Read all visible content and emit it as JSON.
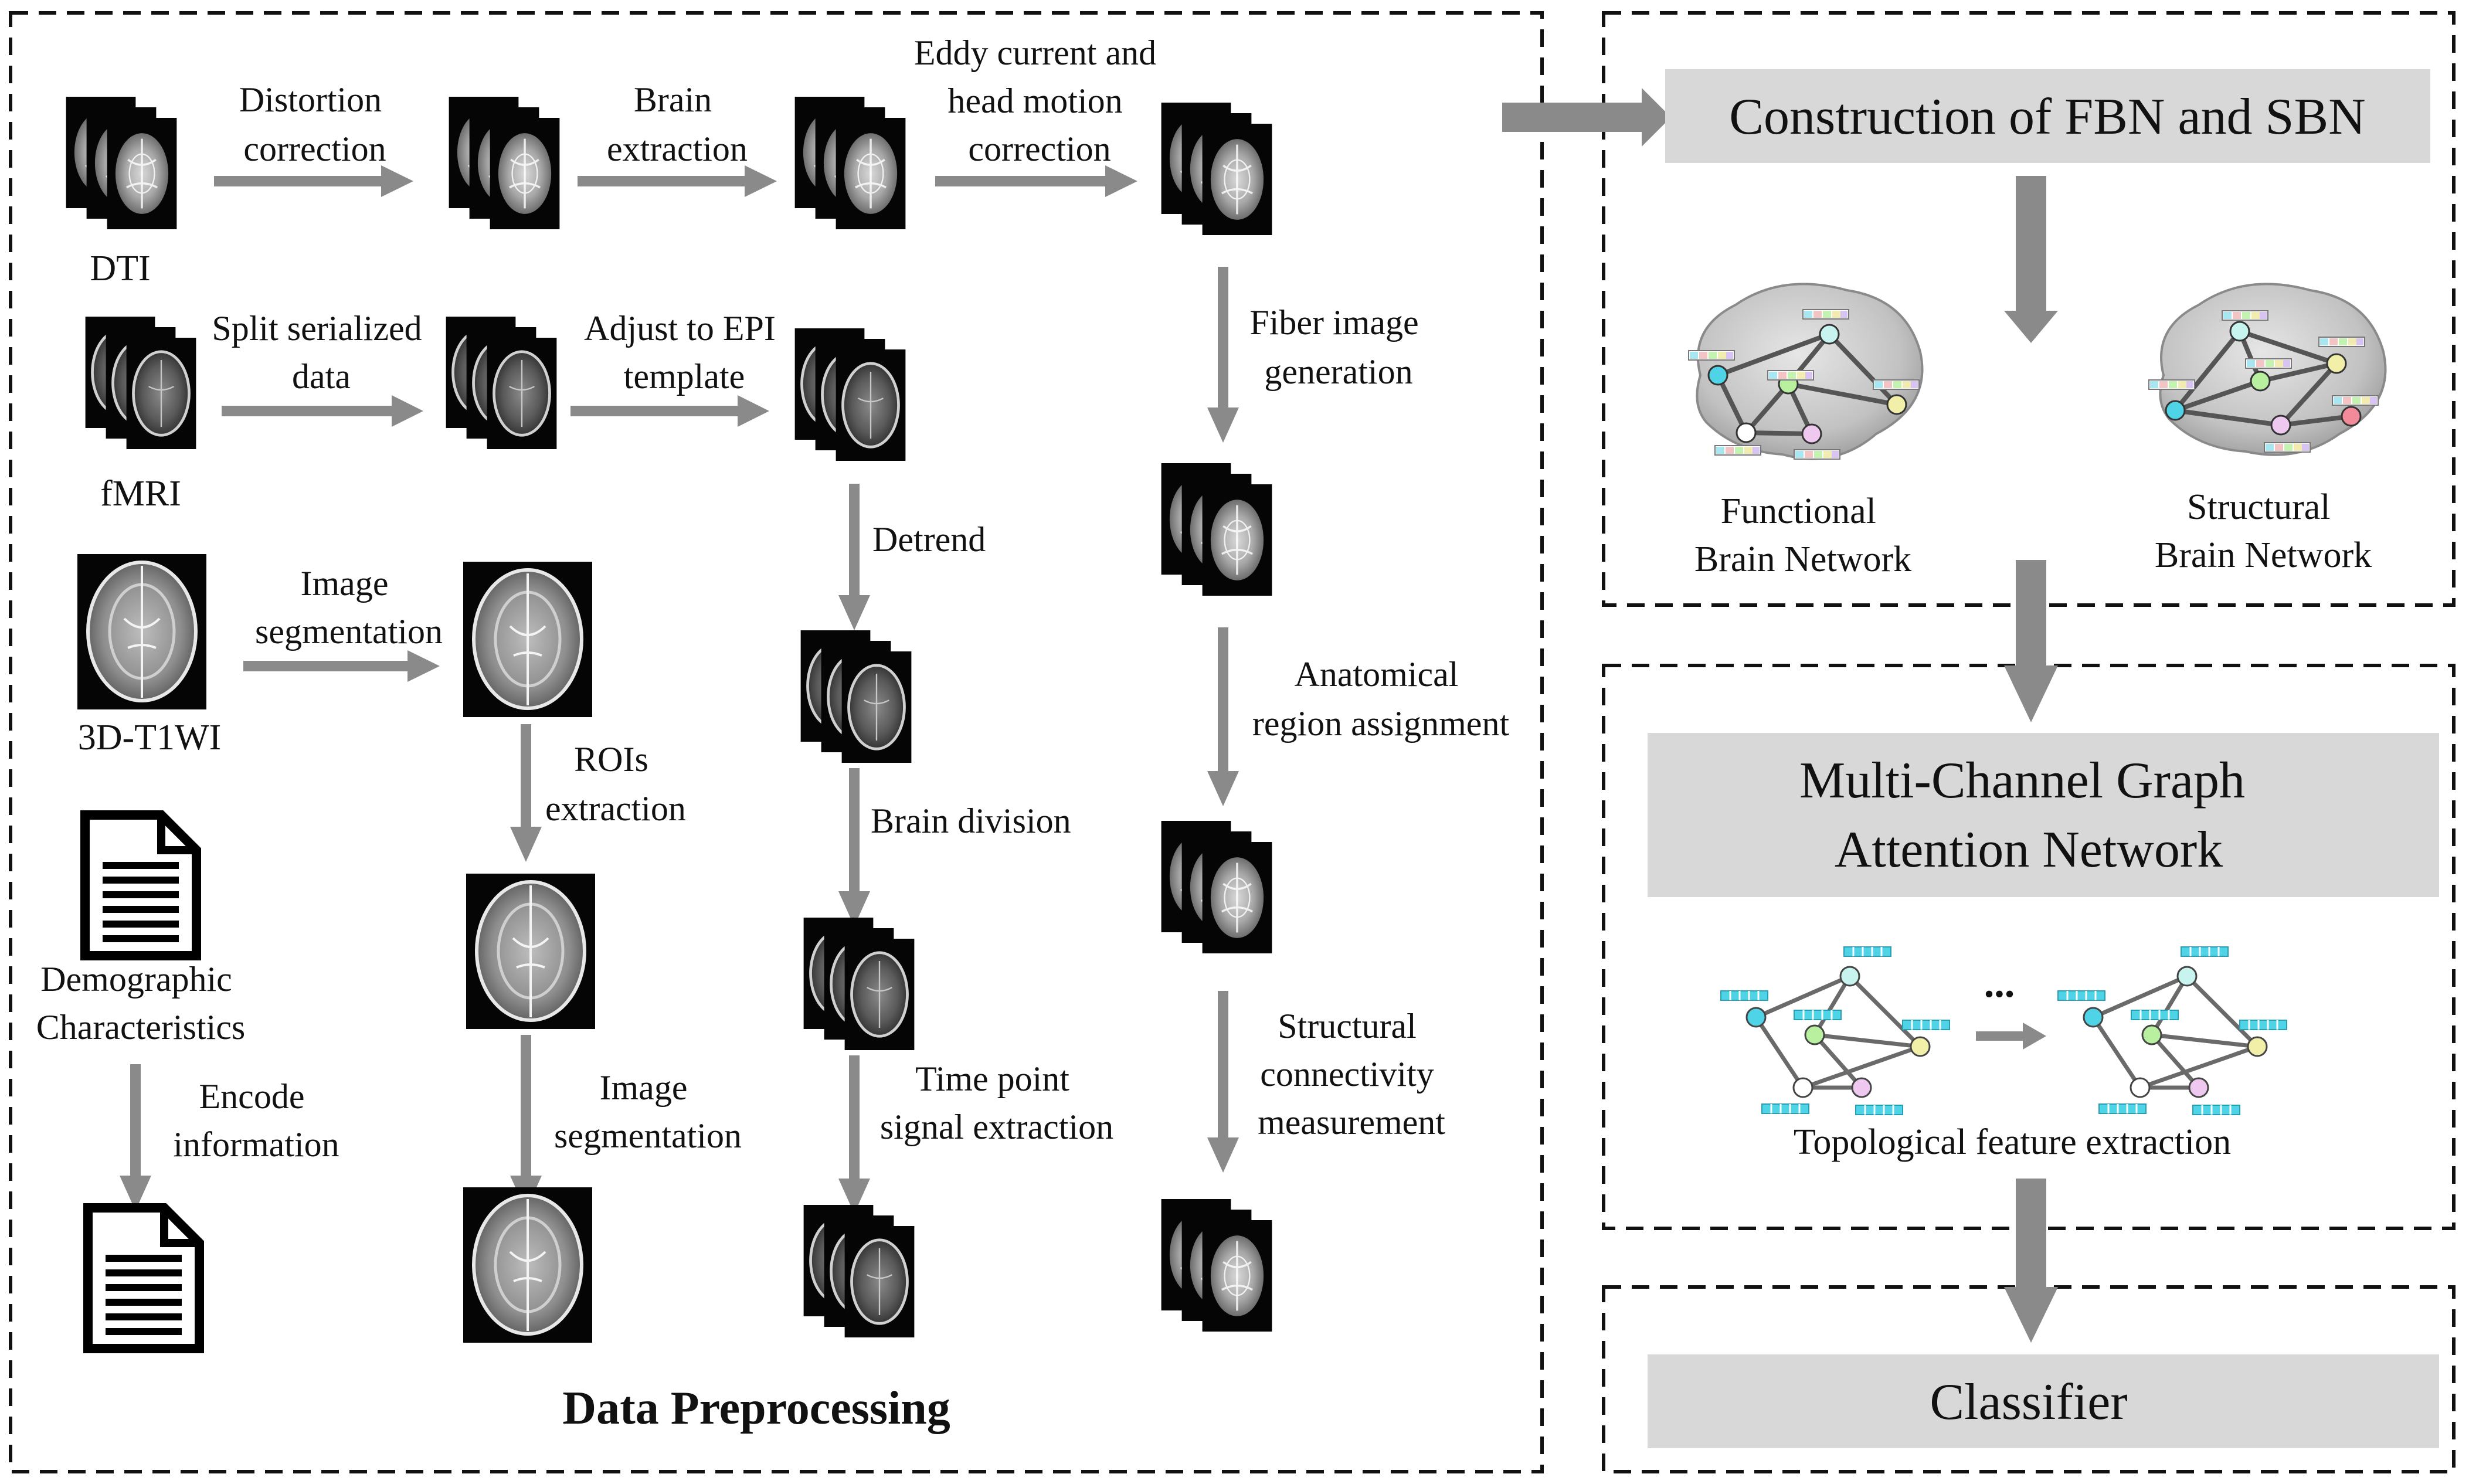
{
  "colors": {
    "arrow": "#8a8a8a",
    "banner": "#d8d8d8",
    "dashed_border": "#111111",
    "text": "#111111",
    "node_cyan": "#4fd3e6",
    "node_green": "#b8f0a0",
    "node_yellow": "#f2f0a8",
    "node_pink": "#efc8ef",
    "node_red": "#f28a9a",
    "node_white": "#ffffff"
  },
  "preprocessing": {
    "title": "Data Preprocessing",
    "dti": {
      "source": "DTI",
      "steps": [
        "Distortion correction",
        "Brain extraction",
        "Eddy current and head motion correction",
        "Fiber image generation",
        "Anatomical region assignment",
        "Structural connectivity measurement"
      ]
    },
    "fmri": {
      "source": "fMRI",
      "steps": [
        "Split serialized data",
        "Adjust to EPI template",
        "Detrend",
        "Brain division",
        "Time point signal extraction"
      ]
    },
    "t1": {
      "source": "3D-T1WI",
      "steps": [
        "Image segmentation",
        "ROIs extraction",
        "Image segmentation"
      ]
    },
    "demographic": {
      "source": "Demographic Characteristics",
      "steps": [
        "Encode information"
      ]
    }
  },
  "labels": {
    "distortion": [
      "Distortion",
      "correction"
    ],
    "brain_extraction": [
      "Brain",
      "extraction"
    ],
    "eddy": [
      "Eddy current and",
      "head motion",
      "correction"
    ],
    "split": [
      "Split serialized",
      "data"
    ],
    "adjust": [
      "Adjust to EPI",
      "template"
    ],
    "fiber": [
      "Fiber image",
      "generation"
    ],
    "image_seg_1": [
      "Image",
      "segmentation"
    ],
    "rois": [
      "ROIs",
      "extraction"
    ],
    "detrend": "Detrend",
    "anatomical": [
      "Anatomical",
      "region assignment"
    ],
    "brain_division": "Brain division",
    "demographic": [
      "Demographic",
      "Characteristics"
    ],
    "encode": [
      "Encode",
      "information"
    ],
    "image_seg_2": [
      "Image",
      "segmentation"
    ],
    "time_point": [
      "Time point",
      "signal extraction"
    ],
    "structural_conn": [
      "Structural",
      "connectivity",
      "measurement"
    ]
  },
  "construction": {
    "title": "Construction of FBN and SBN",
    "functional": [
      "Functional",
      "Brain Network"
    ],
    "structural": [
      "Structural",
      "Brain Network"
    ]
  },
  "gat": {
    "title": [
      "Multi-Channel Graph",
      "Attention Network"
    ],
    "ellipsis": "...",
    "caption": "Topological feature extraction"
  },
  "classifier": {
    "title": "Classifier"
  }
}
